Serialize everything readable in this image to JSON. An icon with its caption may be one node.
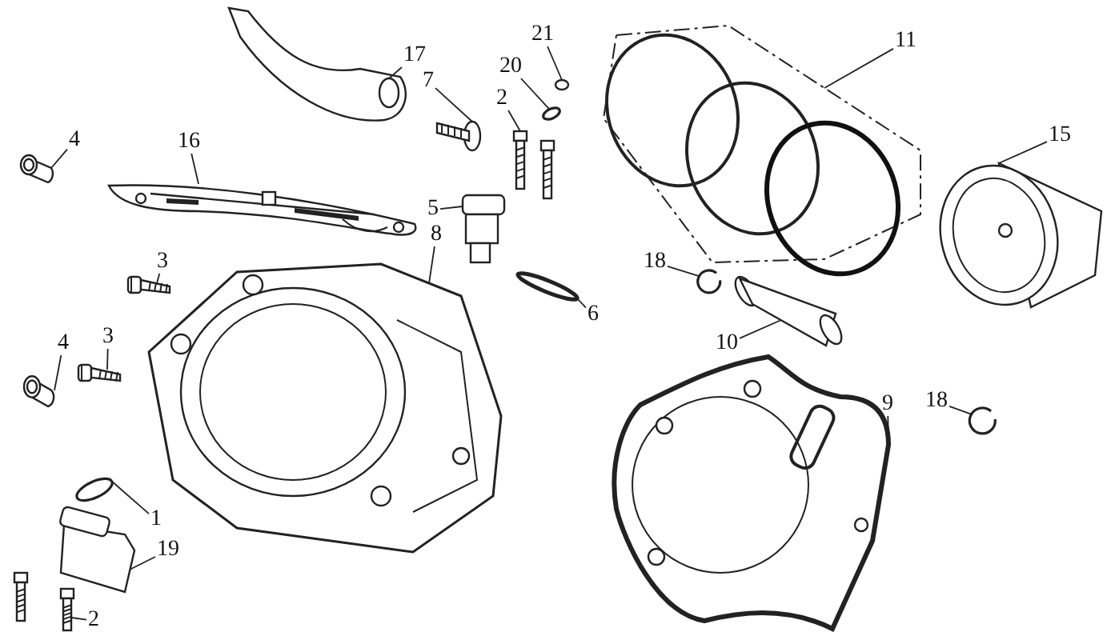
{
  "diagram": {
    "nodes": [
      {
        "text": [
          "21"
        ]
      },
      {
        "text": [],
        "shape": "circle"
      },
      {
        "text": [
          "17"
        ]
      },
      {
        "text": [],
        "shape": "picture"
      },
      {
        "text": [
          "11"
        ]
      },
      {
        "text": [],
        "shape": "picture"
      },
      {
        "text": [
          "20"
        ]
      },
      {
        "text": [],
        "shape": "circle"
      },
      {
        "text": [
          "7"
        ]
      },
      {
        "text": [],
        "shape": "picture"
      },
      {
        "text": [
          "2"
        ]
      },
      {
        "text": [],
        "shape": "picture"
      },
      {
        "text": [
          "4"
        ]
      },
      {
        "text": [],
        "shape": "picture"
      },
      {
        "text": [
          "16"
        ]
      },
      {
        "text": [],
        "shape": "picture"
      },
      {
        "text": [
          "15"
        ]
      },
      {
        "text": [],
        "shape": "picture"
      },
      {
        "text": [
          "5"
        ]
      },
      {
        "text": [],
        "shape": "picture"
      },
      {
        "text": [
          "8"
        ]
      },
      {
        "text": [],
        "shape": "picture"
      },
      {
        "text": [
          "3"
        ]
      },
      {
        "text": [],
        "shape": "picture"
      },
      {
        "text": [
          "18"
        ]
      },
      {
        "text": [],
        "shape": "picture"
      },
      {
        "text": [
          "6"
        ]
      },
      {
        "text": [],
        "shape": "circle"
      },
      {
        "text": [
          "3"
        ]
      },
      {
        "text": [],
        "shape": "picture"
      },
      {
        "text": [
          "4"
        ]
      },
      {
        "text": [],
        "shape": "picture"
      },
      {
        "text": [
          "10"
        ]
      },
      {
        "text": [],
        "shape": "picture"
      },
      {
        "text": [
          "18"
        ]
      },
      {
        "text": [],
        "shape": "picture"
      },
      {
        "text": [
          "9"
        ]
      },
      {
        "text": [],
        "shape": "picture"
      },
      {
        "text": [
          "1"
        ]
      },
      {
        "text": [],
        "shape": "circle"
      },
      {
        "text": [
          "19"
        ]
      },
      {
        "text": [],
        "shape": "picture"
      },
      {
        "text": [
          "2"
        ]
      },
      {
        "text": [],
        "shape": "picture"
      },
      {
        "text": [],
        "shape": "picture"
      },
      {
        "text": [],
        "shape": "picture"
      }
    ],
    "edges": [
      {
        "from": 0,
        "to": 1,
        "arrow": "none"
      },
      {
        "from": 2,
        "to": 3,
        "arrow": "none"
      },
      {
        "from": 4,
        "to": 5,
        "arrow": "none"
      },
      {
        "from": 6,
        "to": 7,
        "arrow": "none"
      },
      {
        "from": 8,
        "to": 9,
        "arrow": "none"
      },
      {
        "from": 10,
        "to": 11,
        "arrow": "none"
      },
      {
        "from": 12,
        "to": 13,
        "arrow": "none"
      },
      {
        "from": 14,
        "to": 15,
        "arrow": "none"
      },
      {
        "from": 16,
        "to": 17,
        "arrow": "none"
      },
      {
        "from": 18,
        "to": 19,
        "arrow": "none"
      },
      {
        "from": 20,
        "to": 21,
        "arrow": "none"
      },
      {
        "from": 22,
        "to": 23,
        "arrow": "none"
      },
      {
        "from": 24,
        "to": 25,
        "arrow": "none"
      },
      {
        "from": 26,
        "to": 27,
        "arrow": "none"
      },
      {
        "from": 28,
        "to": 29,
        "arrow": "none"
      },
      {
        "from": 30,
        "to": 31,
        "arrow": "none"
      },
      {
        "from": 32,
        "to": 33,
        "arrow": "none"
      },
      {
        "from": 34,
        "to": 35,
        "arrow": "none"
      },
      {
        "from": 36,
        "to": 37,
        "arrow": "none"
      },
      {
        "from": 38,
        "to": 39,
        "arrow": "none"
      },
      {
        "from": 40,
        "to": 41,
        "arrow": "none"
      },
      {
        "from": 42,
        "to": 43,
        "arrow": "none"
      }
    ]
  }
}
